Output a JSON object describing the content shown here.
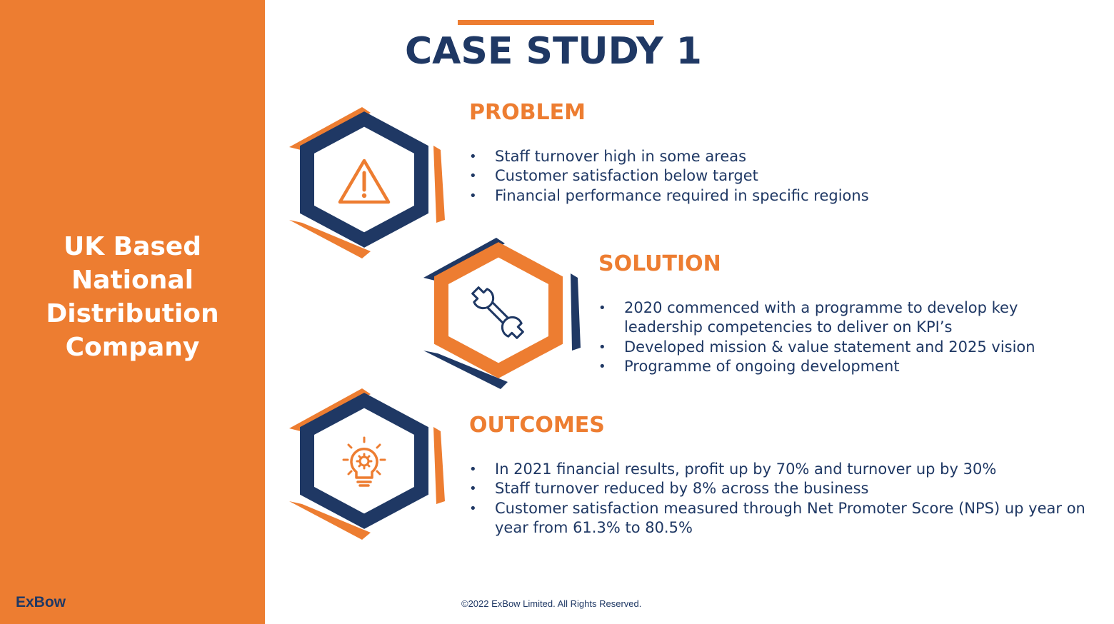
{
  "sidebar": {
    "company_lines": [
      "UK Based",
      "National",
      "Distribution",
      "Company"
    ],
    "logo": "ExBow"
  },
  "title": "CASE STUDY 1",
  "sections": [
    {
      "heading": "PROBLEM",
      "icon": "warning-icon",
      "bullets": [
        "Staff turnover high in some areas",
        "Customer satisfaction below target",
        "Financial performance required in specific regions"
      ]
    },
    {
      "heading": "SOLUTION",
      "icon": "wrench-icon",
      "bullets": [
        "2020 commenced with a programme to develop key leadership competencies to deliver on KPI’s",
        "Developed mission & value statement and 2025 vision",
        "Programme of ongoing development"
      ]
    },
    {
      "heading": "OUTCOMES",
      "icon": "lightbulb-gear-icon",
      "bullets": [
        "In 2021 financial results, profit up by 70% and turnover up by 30%",
        "Staff turnover reduced by 8% across the business",
        "Customer satisfaction measured through Net Promoter Score (NPS) up year on year from 61.3% to 80.5%"
      ]
    }
  ],
  "footer": "©2022 ExBow Limited. All Rights Reserved.",
  "colors": {
    "orange": "#ED7D31",
    "navy": "#1F3864",
    "white": "#FFFFFF"
  }
}
